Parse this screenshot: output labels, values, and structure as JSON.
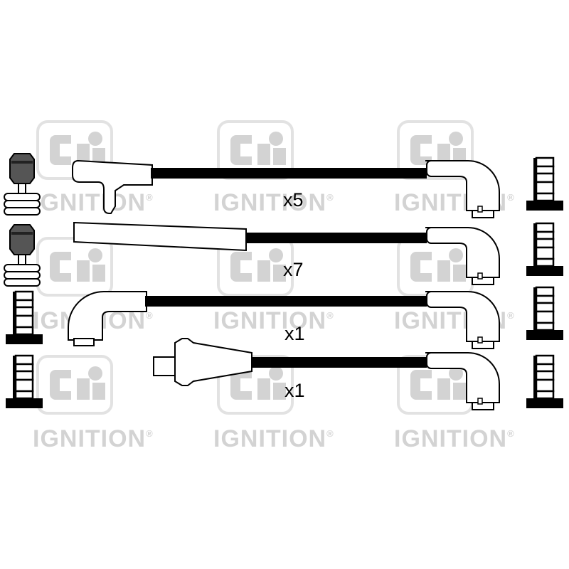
{
  "brand": {
    "logo_icon": "ci-logo-icon",
    "logo_mark": "Ci",
    "wordmark": "IGNITION",
    "registered": "®",
    "watermark_color": "#d3d3d3"
  },
  "leads": [
    {
      "quantity_label": "x5"
    },
    {
      "quantity_label": "x7"
    },
    {
      "quantity_label": "x1"
    },
    {
      "quantity_label": "x1"
    }
  ]
}
